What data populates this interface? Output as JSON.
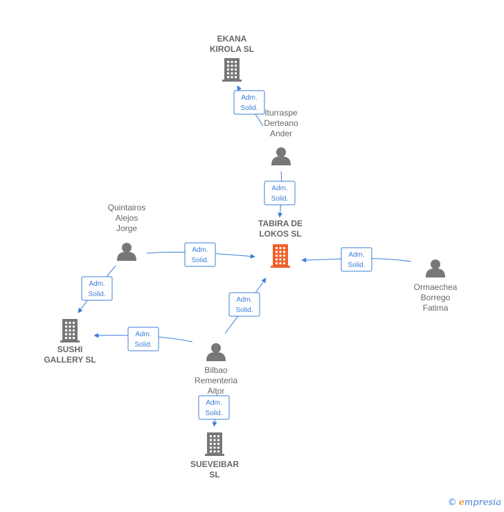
{
  "colors": {
    "edge": "#3b7dd8",
    "node": "#777777",
    "focus_node": "#f0602a",
    "label": "#666666"
  },
  "nodes": [
    {
      "id": "tabira",
      "type": "company",
      "focus": true,
      "lines": [
        "TABIRA DE",
        "LOKOS  SL"
      ]
    },
    {
      "id": "ekana",
      "type": "company",
      "focus": false,
      "lines": [
        "EKANA",
        "KIROLA  SL"
      ]
    },
    {
      "id": "sushi",
      "type": "company",
      "focus": false,
      "lines": [
        "SUSHI",
        "GALLERY  SL"
      ]
    },
    {
      "id": "sueveibar",
      "type": "company",
      "focus": false,
      "lines": [
        "SUEVEIBAR",
        "SL"
      ]
    },
    {
      "id": "iturraspe",
      "type": "person",
      "focus": false,
      "lines": [
        "Iturraspe",
        "Derteano",
        "Ander"
      ]
    },
    {
      "id": "quintairos",
      "type": "person",
      "focus": false,
      "lines": [
        "Quintairos",
        "Alejos",
        "Jorge"
      ]
    },
    {
      "id": "ormaechea",
      "type": "person",
      "focus": false,
      "lines": [
        "Ormaechea",
        "Borrego",
        "Fatima"
      ]
    },
    {
      "id": "bilbao",
      "type": "person",
      "focus": false,
      "lines": [
        "Bilbao",
        "Rementeria",
        "Aitor"
      ]
    }
  ],
  "edges": [
    {
      "from": "iturraspe",
      "to": "ekana",
      "label": [
        "Adm.",
        "Solid."
      ]
    },
    {
      "from": "iturraspe",
      "to": "tabira",
      "label": [
        "Adm.",
        "Solid."
      ]
    },
    {
      "from": "quintairos",
      "to": "tabira",
      "label": [
        "Adm.",
        "Solid."
      ]
    },
    {
      "from": "quintairos",
      "to": "sushi",
      "label": [
        "Adm.",
        "Solid."
      ]
    },
    {
      "from": "ormaechea",
      "to": "tabira",
      "label": [
        "Adm.",
        "Solid."
      ]
    },
    {
      "from": "bilbao",
      "to": "tabira",
      "label": [
        "Adm.",
        "Solid."
      ]
    },
    {
      "from": "bilbao",
      "to": "sushi",
      "label": [
        "Adm.",
        "Solid."
      ]
    },
    {
      "from": "bilbao",
      "to": "sueveibar",
      "label": [
        "Adm.",
        "Solid."
      ]
    }
  ],
  "footer": {
    "copyright": "©",
    "brand_initial": "e",
    "brand_rest": "mpresia"
  }
}
